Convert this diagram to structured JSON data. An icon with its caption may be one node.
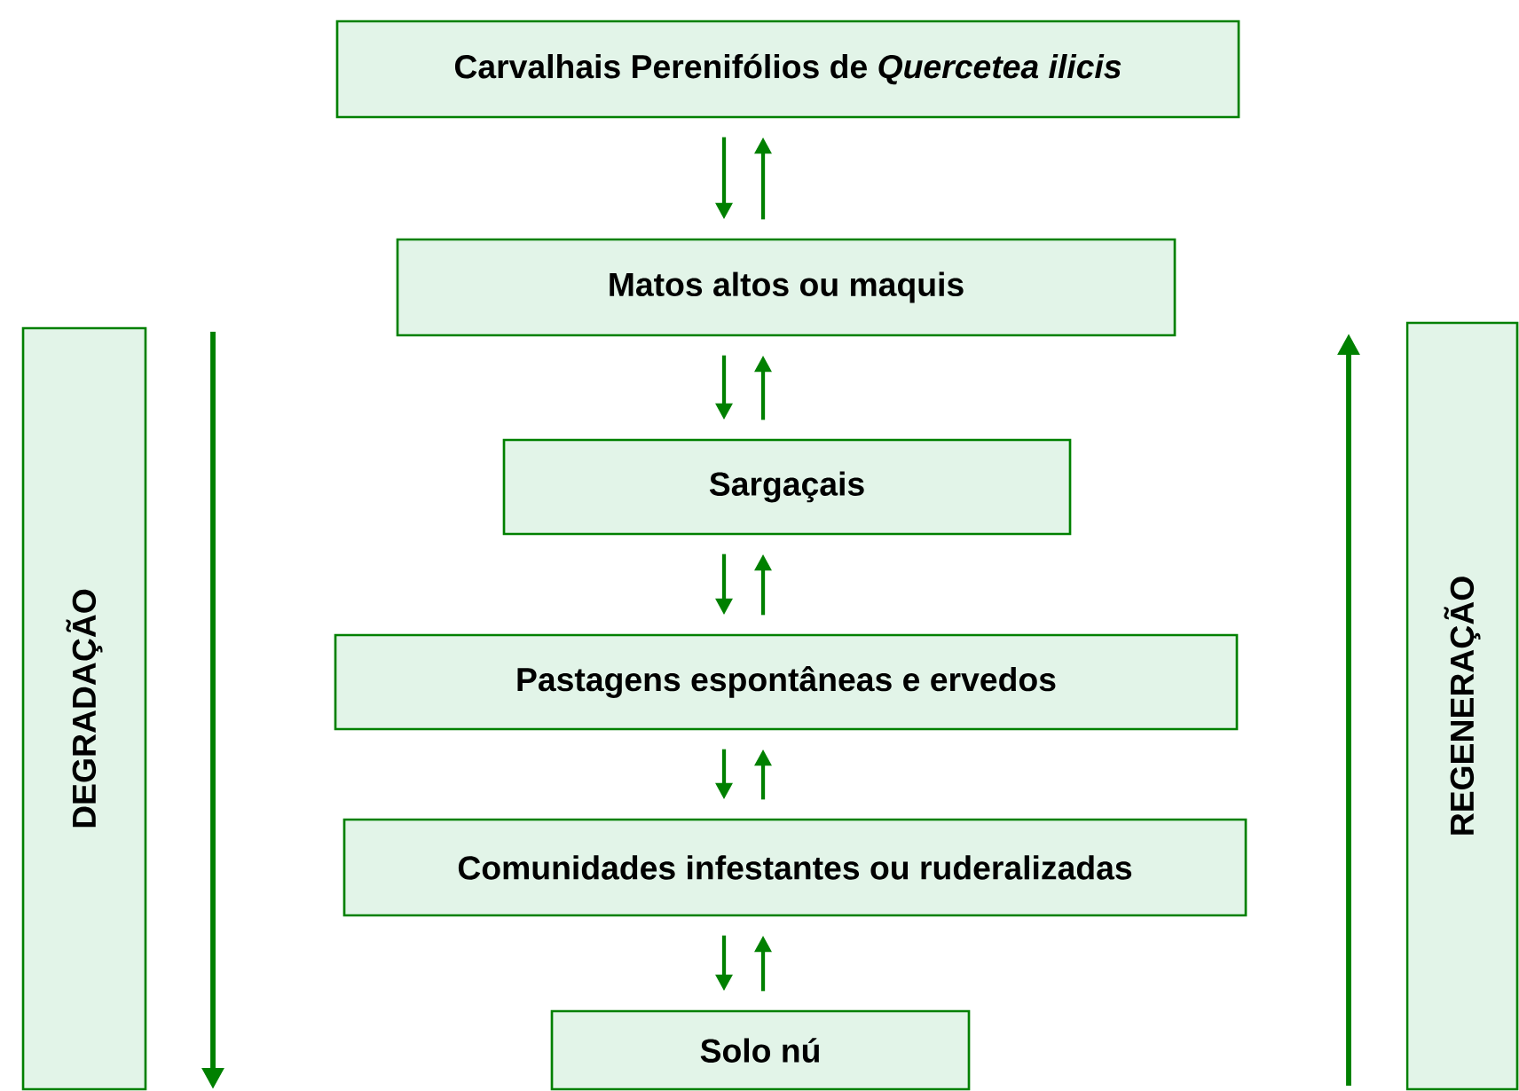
{
  "diagram": {
    "nodes": [
      {
        "text": [
          "Carvalhais Perenifólios de *Quercetea ilicis*"
        ]
      },
      {
        "text": [
          "Matos altos ou maquis"
        ]
      },
      {
        "text": [
          "Sargaçais"
        ]
      },
      {
        "text": [
          "Pastagens espontâneas e ervedos"
        ]
      },
      {
        "text": [
          "Comunidades infestantes ou ruderalizadas"
        ]
      },
      {
        "text": [
          "Solo nú"
        ]
      },
      {
        "text": [
          "DEGRADAÇÃO"
        ]
      },
      {
        "text": [
          "REGENERAÇÃO"
        ]
      }
    ],
    "edges": [
      {
        "from": 0,
        "to": 1,
        "arrow": "to"
      },
      {
        "from": 1,
        "to": 0,
        "arrow": "to"
      },
      {
        "from": 1,
        "to": 2,
        "arrow": "to"
      },
      {
        "from": 2,
        "to": 1,
        "arrow": "to"
      },
      {
        "from": 2,
        "to": 3,
        "arrow": "to"
      },
      {
        "from": 3,
        "to": 2,
        "arrow": "to"
      },
      {
        "from": 3,
        "to": 4,
        "arrow": "to"
      },
      {
        "from": 4,
        "to": 3,
        "arrow": "to"
      },
      {
        "from": 4,
        "to": 5,
        "arrow": "to"
      },
      {
        "from": 5,
        "to": 4,
        "arrow": "to"
      }
    ]
  }
}
